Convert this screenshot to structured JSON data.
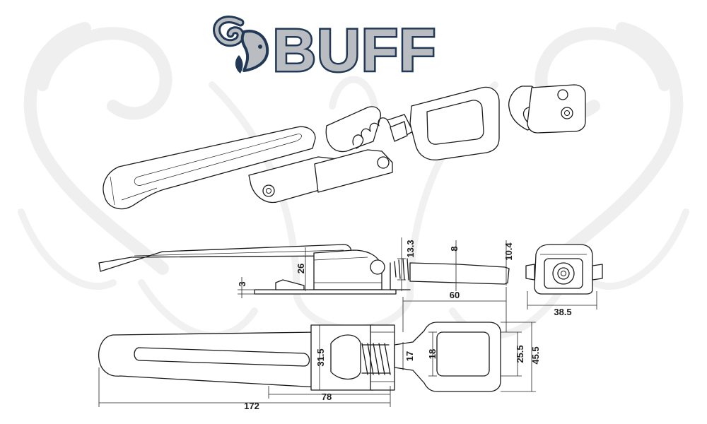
{
  "logo": {
    "text": "BUFF",
    "colors": {
      "fill": "#b9bcc0",
      "outline": "#213856",
      "highlight": "#ffffff"
    }
  },
  "watermark": {
    "color": "#efefef"
  },
  "dimensions": {
    "spring_height": "13.3",
    "handle_thickness": "8",
    "loop_height": "10.4",
    "lever_height": "26",
    "base_thickness": "3",
    "loop_length": "60",
    "keeper_width": "38.5",
    "body_width": "31.5",
    "spring_width": "17",
    "loop_inner_width": "18",
    "loop_inner_length": "25.5",
    "loop_outer_width": "45.5",
    "body_length": "78",
    "overall_length": "172"
  }
}
